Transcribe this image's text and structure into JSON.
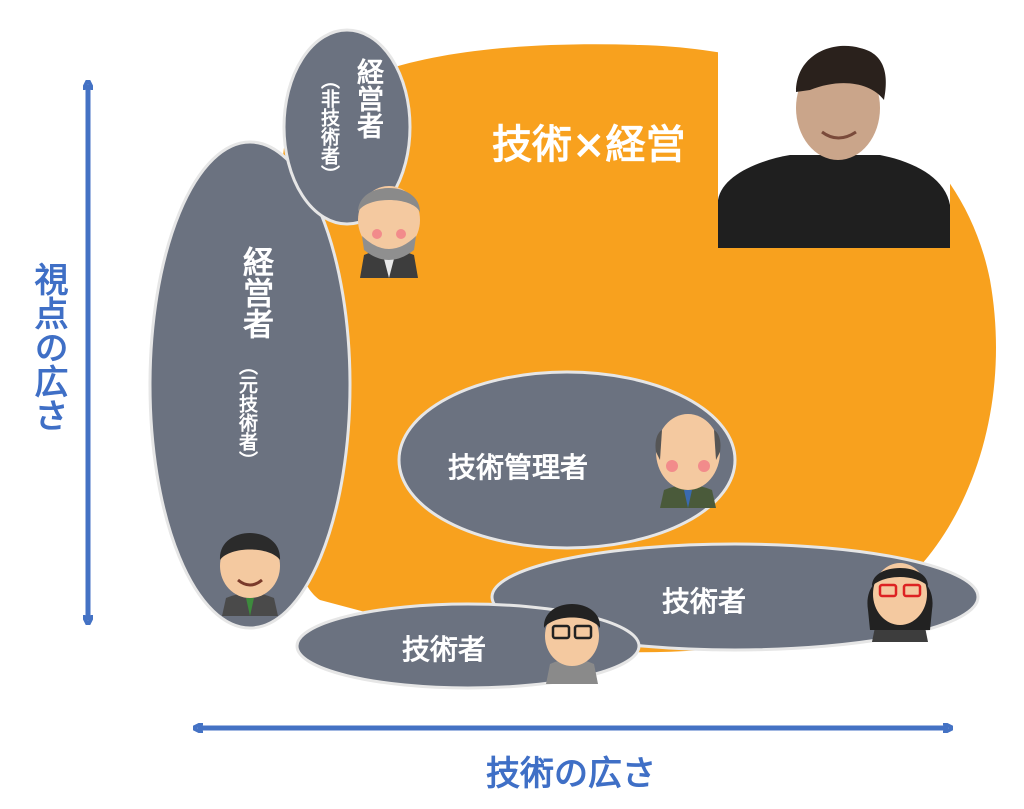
{
  "axes": {
    "vertical_label": "視点の広さ",
    "horizontal_label": "技術の広さ",
    "color": "#4472c4"
  },
  "regions": {
    "main": {
      "label": "技術×経営",
      "color": "#f8a11e"
    },
    "exec_nontech": {
      "label": "経営者",
      "sublabel": "（非技術者）"
    },
    "exec_extech": {
      "label": "経営者",
      "sublabel": "（元技術者）"
    },
    "tech_manager": {
      "label": "技術管理者"
    },
    "engineer_right": {
      "label": "技術者"
    },
    "engineer_left": {
      "label": "技術者"
    }
  },
  "colors": {
    "ellipse_fill": "#6b7280",
    "ellipse_stroke": "#e6e6e6",
    "text": "#ffffff"
  },
  "icons": [
    "portrait-photo",
    "elder-executive-icon",
    "executive-icon",
    "bald-manager-icon",
    "female-engineer-icon",
    "glasses-engineer-icon"
  ]
}
